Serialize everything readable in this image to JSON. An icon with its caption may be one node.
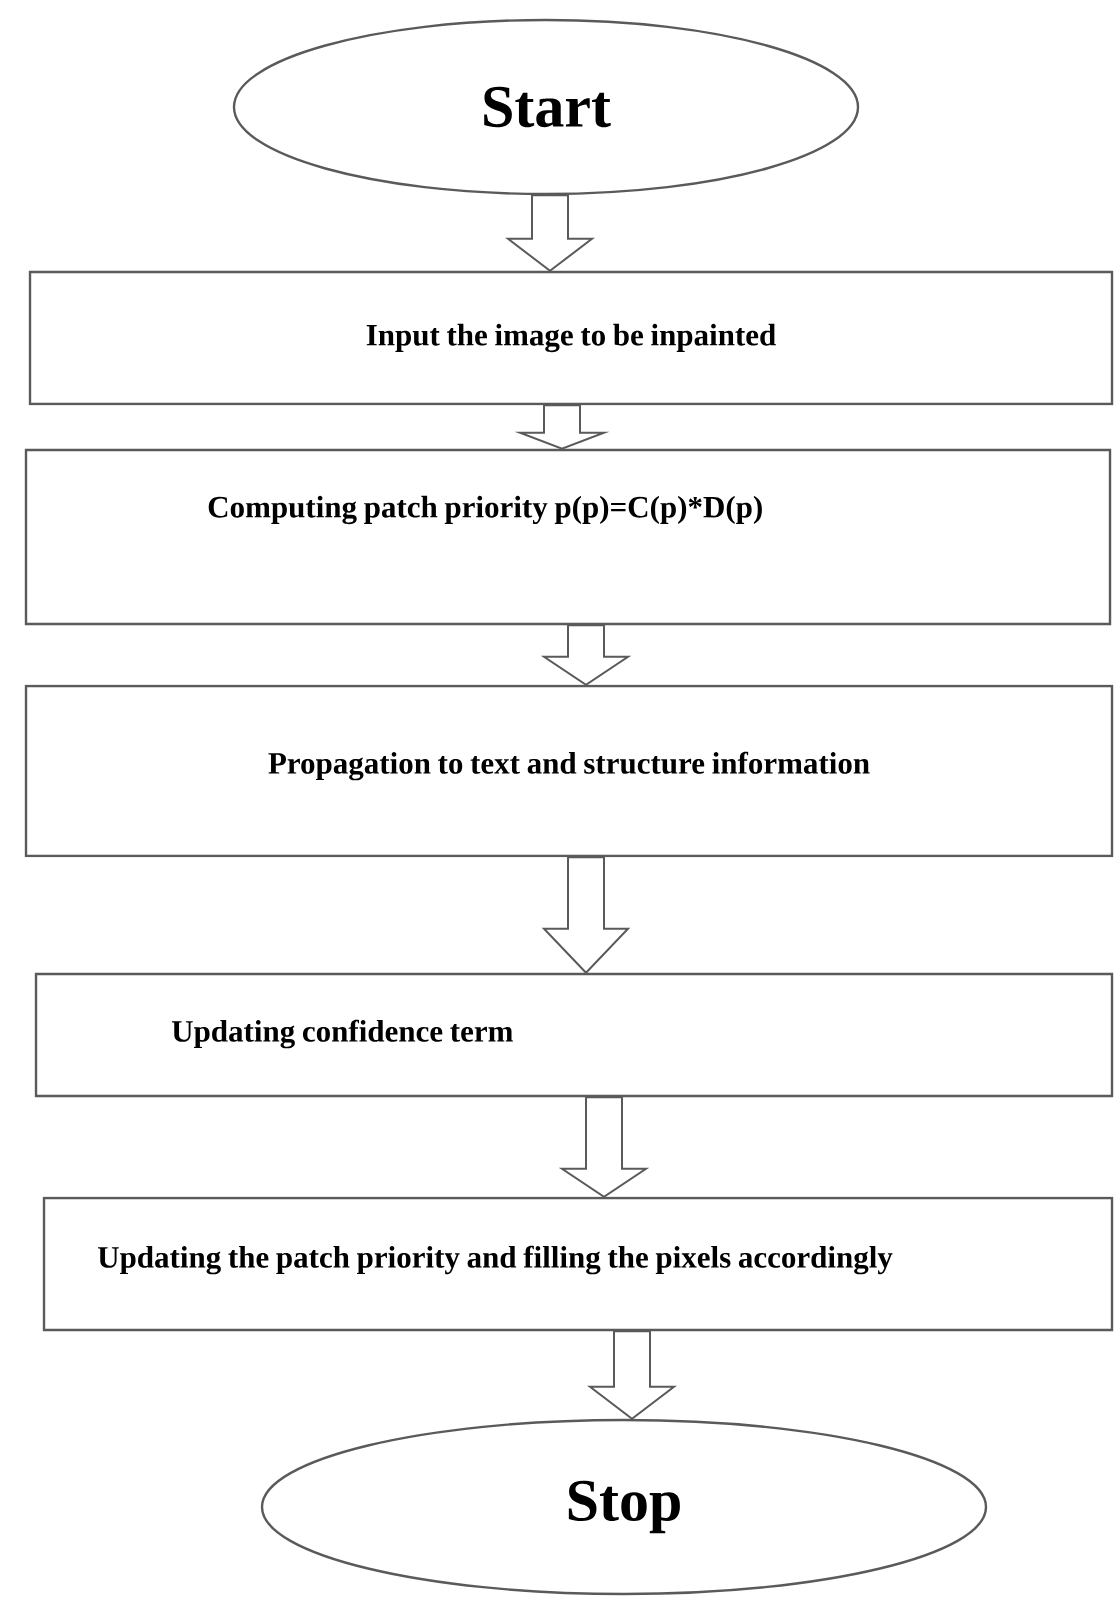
{
  "diagram": {
    "nodes": [
      {
        "text": [
          "Start"
        ]
      },
      {
        "text": [
          "Input the image to be inpainted"
        ]
      },
      {
        "text": [
          "Computing patch priority p(p)=C(p)*D(p)"
        ]
      },
      {
        "text": [
          "Propagation to text and structure information"
        ]
      },
      {
        "text": [
          "Updating confidence term"
        ]
      },
      {
        "text": [
          "Updating the patch priority and filling the pixels accordingly"
        ]
      },
      {
        "text": [
          "Stop"
        ]
      }
    ],
    "edges": [
      {
        "from": 0,
        "to": 1,
        "arrow": "to"
      },
      {
        "from": 1,
        "to": 2,
        "arrow": "to"
      },
      {
        "from": 2,
        "to": 3,
        "arrow": "to"
      },
      {
        "from": 3,
        "to": 4,
        "arrow": "to"
      },
      {
        "from": 4,
        "to": 5,
        "arrow": "to"
      },
      {
        "from": 5,
        "to": 6,
        "arrow": "to"
      }
    ]
  }
}
